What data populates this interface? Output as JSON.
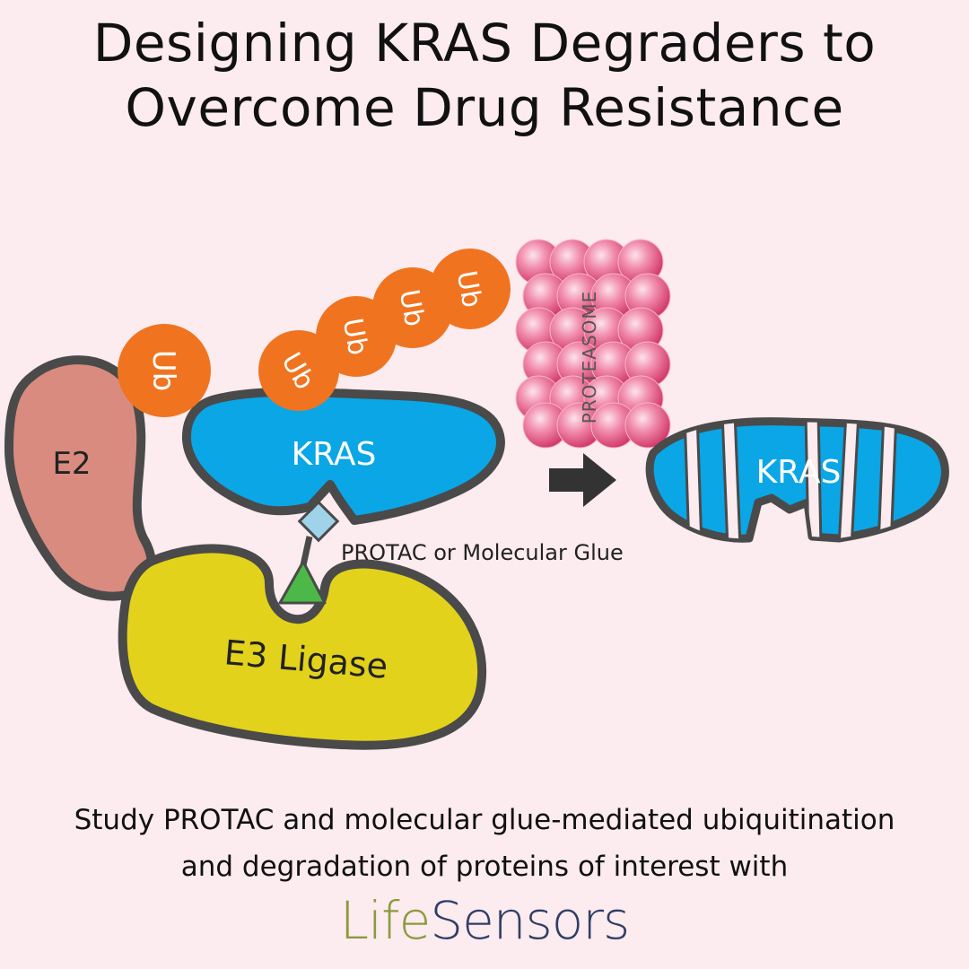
{
  "title": {
    "line1": "Designing KRAS Degraders to",
    "line2": "Overcome Drug Resistance"
  },
  "diagram": {
    "e2_label": "E2",
    "e3_label": "E3 Ligase",
    "kras_label": "KRAS",
    "kras_degraded_label": "KRAS",
    "ubiquitin_label": "Ub",
    "proteasome_label": "PROTEASOME",
    "linker_label": "PROTAC or Molecular Glue",
    "colors": {
      "e2": "#d98b80",
      "e3": "#e3d21c",
      "kras": "#0aa6e6",
      "ubiquitin": "#f07420",
      "proteasome": "#e75a86",
      "outline": "#4a4a4a",
      "linker_box": "#9fd3ea",
      "linker_triangle": "#4cb848"
    }
  },
  "caption": {
    "line1": "Study PROTAC and molecular glue-mediated ubiquitination",
    "line2": "and degradation of proteins of interest with"
  },
  "logo": {
    "part1": "Life",
    "part2": "Sensors"
  }
}
